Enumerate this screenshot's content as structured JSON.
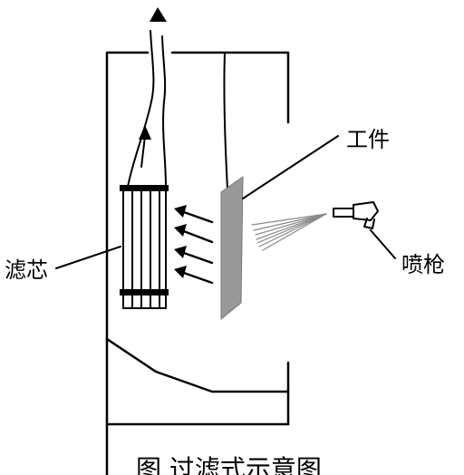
{
  "labels": {
    "workpiece": "工件",
    "filter_cartridge": "滤芯",
    "spray_gun": "喷枪"
  },
  "caption": "图        过滤式示意图",
  "colors": {
    "line": "#000000",
    "workpiece_fill": "#999999",
    "spray": "#8a8a8a"
  },
  "icons": {
    "airflow_arrows": "arrow-left-icon",
    "exhaust_arrow": "arrow-up-icon"
  }
}
